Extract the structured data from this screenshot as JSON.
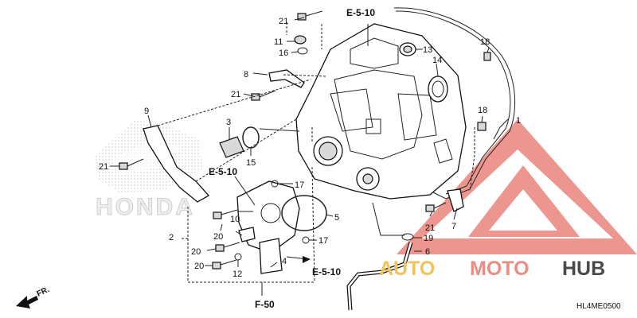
{
  "labels": {
    "p21a": "21",
    "p11": "11",
    "p16": "16",
    "p8": "8",
    "p21b": "21",
    "p9": "9",
    "p3": "3",
    "p15": "15",
    "p21c": "21",
    "p13": "13",
    "p14": "14",
    "p18a": "18",
    "p18b": "18",
    "p1": "1",
    "p17a": "17",
    "p5": "5",
    "p10": "10",
    "p2": "2",
    "p20a": "20",
    "p20b": "20",
    "p20c": "20",
    "p12": "12",
    "p4": "4",
    "p17b": "17",
    "p21d": "21",
    "p7": "7",
    "p19": "19",
    "p6": "6"
  },
  "references": {
    "e510_top": "E-5-10",
    "e510_left": "E-5-10",
    "e510_bottom": "E-5-10",
    "f50": "F-50"
  },
  "direction_label": "FR.",
  "diagram_code": "HL4ME0500",
  "brand_text": "HONDA",
  "watermark": {
    "part1": "AUTO",
    "part2": "MOTO",
    "part3": "HUB",
    "colors": {
      "auto": "#f2c25c",
      "moto": "#ec8d84",
      "hub": "#4a4a4a",
      "triangle": "#e97b74"
    }
  }
}
